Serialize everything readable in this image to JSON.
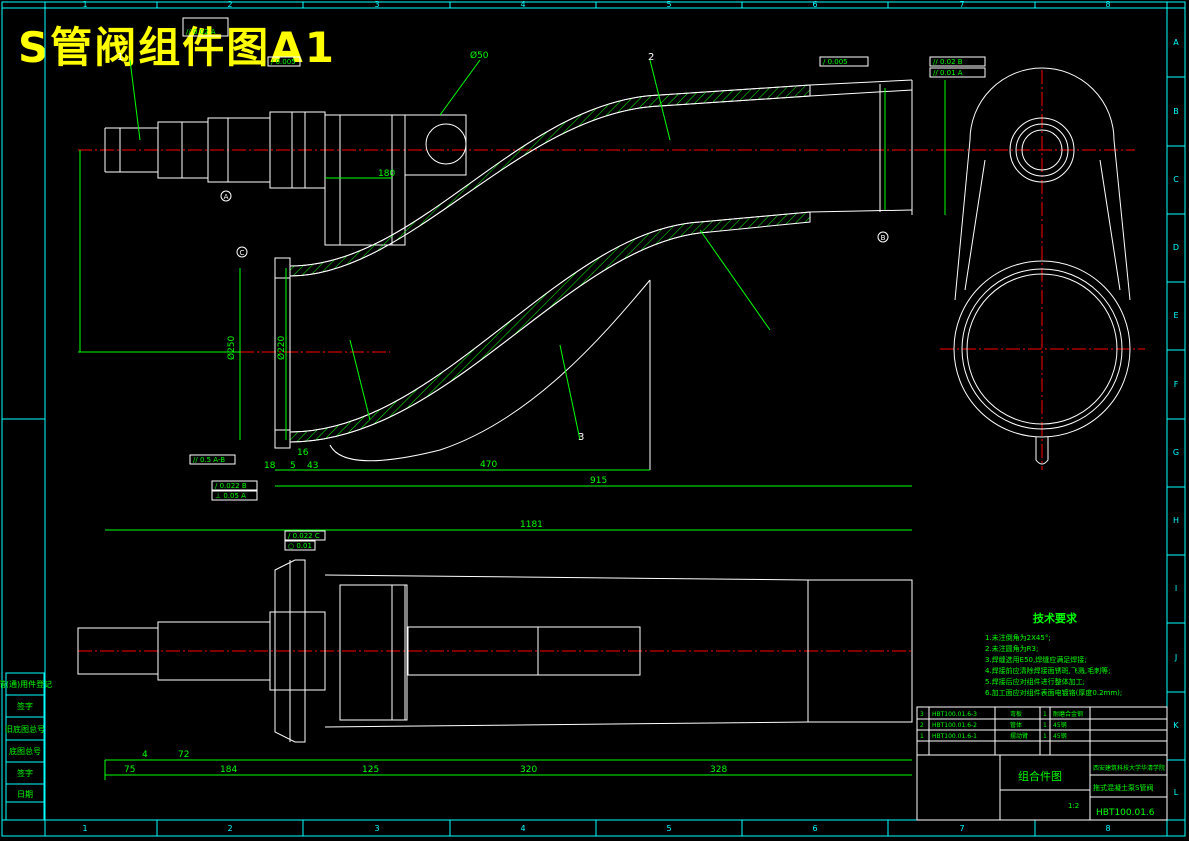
{
  "title": "S管阀组件图A1",
  "column_labels": [
    "1",
    "2",
    "3",
    "4",
    "5",
    "6",
    "7",
    "8"
  ],
  "row_labels": [
    "A",
    "B",
    "C",
    "D",
    "E",
    "F",
    "G",
    "H",
    "I",
    "J",
    "K",
    "L"
  ],
  "callouts": [
    "1",
    "2",
    "3"
  ],
  "dims": {
    "d50": "Ø50",
    "d250": "Ø250",
    "d220": "Ø220",
    "total_915": "915",
    "total_1181": "1181",
    "d470": "470",
    "d180": "180",
    "d5": "5",
    "d16": "16",
    "d18": "18",
    "d43": "43",
    "seg_75": "75",
    "seg_72": "72",
    "seg_4": "4",
    "seg_184": "184",
    "seg_125": "125",
    "seg_320": "320",
    "seg_328": "328"
  },
  "tolerances": {
    "t1": "// 0.02 A",
    "t2": "/ 0.005",
    "t3": "// 0.02 B",
    "t4": "// 0.01 A",
    "t5": "// 0.5 A-B",
    "t6": "/ 0.022 B",
    "t7": "⊥ 0.05 A",
    "t8": "/ 0.022 C",
    "t9": "○ 0.01"
  },
  "datums": {
    "a": "A",
    "b": "B",
    "c": "C"
  },
  "tech": {
    "heading": "技术要求",
    "lines": [
      "1.未注倒角为2X45°;",
      "2.未注圆角为R3;",
      "3.焊缝选用E50,焊缝应满足焊接;",
      "4.焊接前应清除焊接面锈斑,飞溅,毛刺等;",
      "5.焊接后应对组件进行整体加工;",
      "6.加工面应对组件表面电镀铬(厚度0.2mm);"
    ]
  },
  "bom": [
    {
      "no": "3",
      "code": "HBT100.01.6-3",
      "name": "弯板",
      "qty": "1",
      "mat": "耐磨合金钢"
    },
    {
      "no": "2",
      "code": "HBT100.01.6-2",
      "name": "管体",
      "qty": "1",
      "mat": "45钢"
    },
    {
      "no": "1",
      "code": "HBT100.01.6-1",
      "name": "摆动臂",
      "qty": "1",
      "mat": "45钢"
    }
  ],
  "titleblock": {
    "drawing_name": "组合件图",
    "school": "西安建筑科技大学华清学院",
    "product": "拖式混凝土泵S管阀",
    "code": "HBT100.01.6",
    "scale": "1:2"
  },
  "side_stamp": [
    "借(通)用件登记",
    "旧底图总号",
    "底图总号",
    "签字",
    "日期"
  ]
}
